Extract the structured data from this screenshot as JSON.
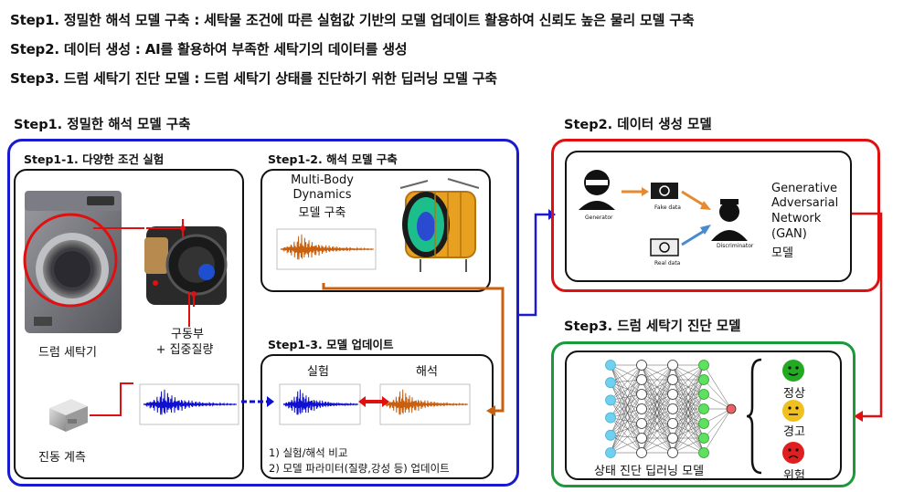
{
  "overview": {
    "step1": "Step1. 정밀한 해석 모델 구축 : 세탁물 조건에 따른 실험값 기반의 모델 업데이트 활용하여 신뢰도 높은 물리 모델 구축",
    "step2": "Step2. 데이터 생성 : AI를 활용하여 부족한 세탁기의 데이터를 생성",
    "step3": "Step3. 드럼 세탁기 진단 모델 : 드럼 세탁기 상태를 진단하기 위한 딥러닝 모델 구축"
  },
  "step1_section": {
    "title": "Step1. 정밀한 해석 모델 구축",
    "experiment": {
      "title": "Step1-1. 다양한 조건 실험",
      "washer_label": "드럼 세탁기",
      "drive_label_1": "구동부",
      "drive_label_2": "+ 집중질량",
      "sensor_label": "진동 계측"
    },
    "analysis": {
      "title": "Step1-2. 해석 모델 구축",
      "mbd_line1": "Multi-Body",
      "mbd_line2": "Dynamics",
      "mbd_line3": "모델 구축"
    },
    "update": {
      "title": "Step1-3. 모델 업데이트",
      "exp_label": "실험",
      "ana_label": "해석",
      "item1": "1) 실험/해석 비교",
      "item2": "2) 모델 파라미터(질량,강성 등) 업데이트"
    }
  },
  "step2_section": {
    "title": "Step2. 데이터 생성 모델",
    "generator": "Generator",
    "fake_data": "Fake data",
    "real_data": "Real data",
    "discriminator": "Discriminator",
    "gan_line1": "Generative",
    "gan_line2": "Adversarial",
    "gan_line3": "Network",
    "gan_line4": "(GAN)",
    "gan_line5": "모델"
  },
  "step3_section": {
    "title": "Step3. 드럼 세탁기 진단 모델",
    "model_label": "상태 진단 딥러닝 모델",
    "normal": "정상",
    "warning": "경고",
    "danger": "위험"
  },
  "colors": {
    "step1_border": "#1a1ad0",
    "step2_border": "#e01010",
    "step3_border": "#1a9a3a",
    "signal_blue": "#1010d0",
    "signal_orange": "#c86010",
    "face_green": "#22aa22",
    "face_yellow": "#f0c020",
    "face_red": "#e02020"
  }
}
